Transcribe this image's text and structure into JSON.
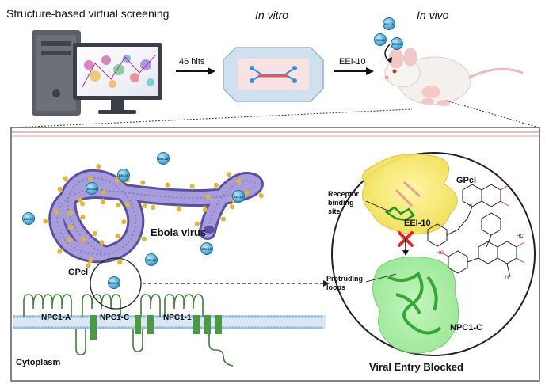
{
  "top": {
    "title": "Structure-based virtual screening",
    "in_vitro": "In vitro",
    "in_vivo": "In vivo",
    "arrow1_label": "46 hits",
    "arrow2_label": "EEI-10"
  },
  "bottom": {
    "virus_label": "Ebola virus",
    "gpcl_label": "GPcl",
    "npc1a": "NPC1-A",
    "npc1c": "NPC1-C",
    "npc1i": "NPC1-1",
    "cytoplasm": "Cytoplasm"
  },
  "zoom": {
    "gpcl": "GPcl",
    "receptor_site": "Receptor\nbinding\nsite",
    "eei10": "EEI-10",
    "protruding": "Protruding\nloops",
    "npc1c": "NPC1-C",
    "blocked": "Viral Entry Blocked",
    "chem_ho": "HO",
    "chem_hcl": "HCl",
    "chem_n": "N"
  },
  "molecule_label": "EEI-10",
  "colors": {
    "virus": "#8c80c8",
    "virus_dark": "#5a4fa0",
    "glyco": "#e2b43a",
    "molecule": "#3b9fd0",
    "membrane": "#8fb8dc",
    "npc1": "#3f8a3a",
    "gpcl_surface": "#f6ec6a",
    "npc1_surface": "#5fd35a",
    "red_line": "#e8a3a3"
  }
}
